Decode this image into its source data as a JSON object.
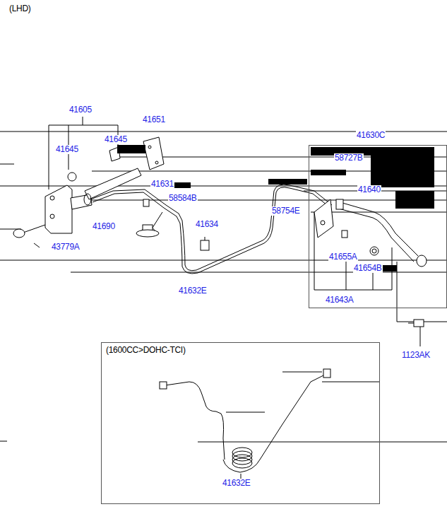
{
  "diagram": {
    "nodes": [
      {
        "text": [
          "41630C"
        ]
      },
      {
        "text": [
          "(1600CC>DOHC-TCI)",
          "41632E"
        ]
      }
    ],
    "labels": [
      "(LHD)",
      "41605",
      "41645",
      "41645",
      "41651",
      "41631",
      "58584B",
      "41690",
      "41634",
      "43779A",
      "41632E",
      "58754E",
      "58727B",
      "41640",
      "41655A",
      "41654B",
      "41643A",
      "1123AK"
    ]
  }
}
